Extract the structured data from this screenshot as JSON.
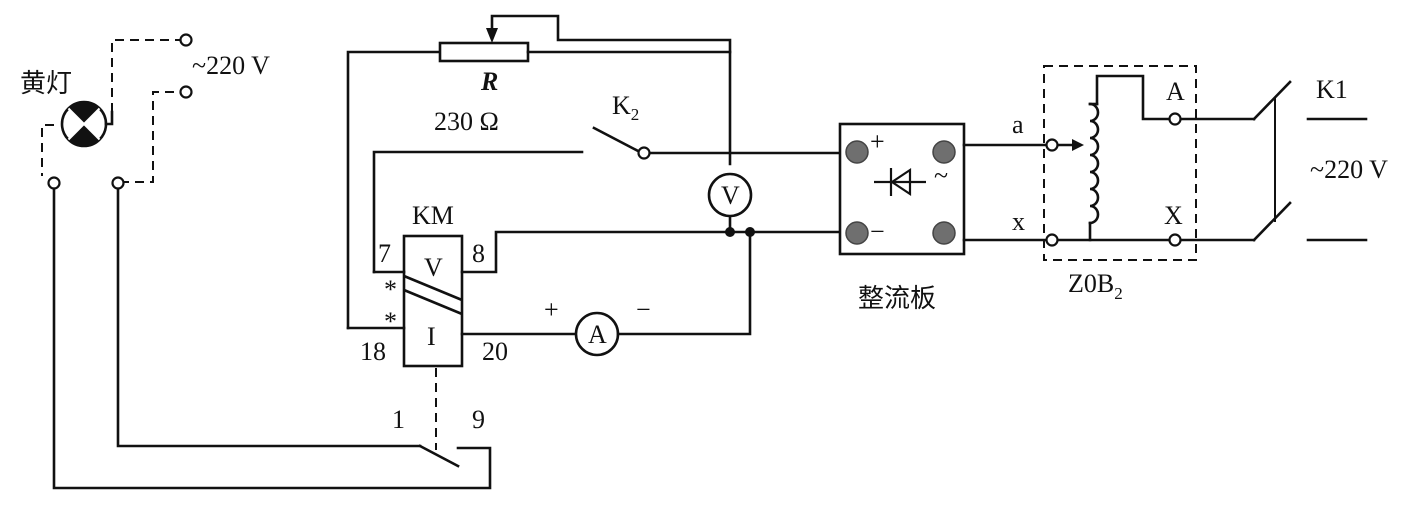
{
  "labels": {
    "yellow_lamp": "黄灯",
    "supply_left": "~220 V",
    "supply_right": "~220 V",
    "resistor_name": "R",
    "resistor_value": "230 Ω",
    "switch_k2_main": "K",
    "switch_k2_sub": "2",
    "relay_name": "KM",
    "relay_v": "V",
    "relay_i": "I",
    "pin_7": "7",
    "pin_8": "8",
    "pin_18": "18",
    "pin_20": "20",
    "pin_1": "1",
    "pin_9": "9",
    "star_top": "*",
    "star_bottom": "*",
    "voltmeter": "V",
    "ammeter": "A",
    "ammeter_plus": "+",
    "ammeter_minus": "−",
    "rectifier_name": "整流板",
    "rect_plus": "+",
    "rect_minus": "−",
    "rect_ac": "~",
    "terminal_a": "a",
    "terminal_x": "x",
    "terminal_A": "A",
    "terminal_X": "X",
    "regulator_main": "Z0B",
    "regulator_sub": "2",
    "switch_k1": "K1"
  }
}
